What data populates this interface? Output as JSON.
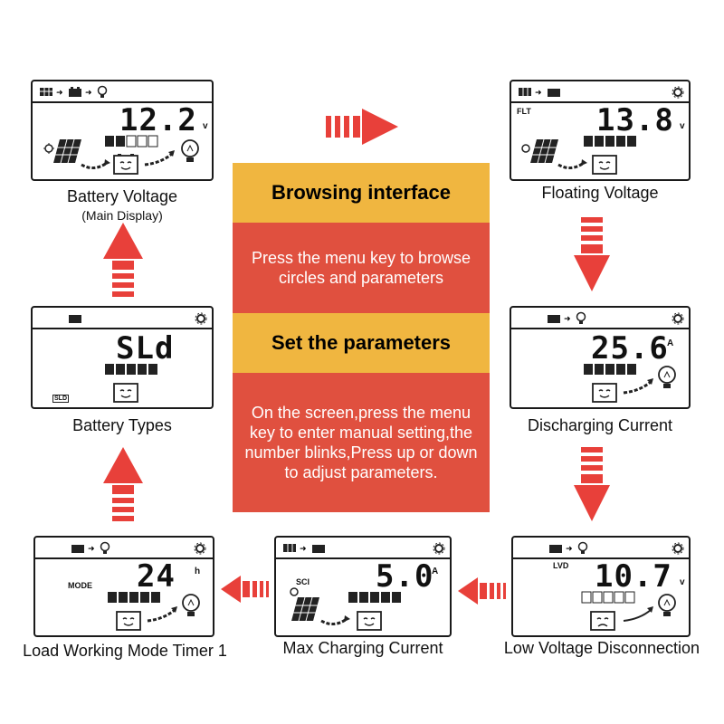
{
  "panel": {
    "browse_title": "Browsing interface",
    "browse_text": "Press the menu key to browse circles and parameters",
    "set_title": "Set the parameters",
    "set_text": "On the screen,press the menu key to enter manual setting,the number blinks,Press up or down to adjust parameters."
  },
  "screens": {
    "battery_voltage": {
      "value": "12.2",
      "unit": "v",
      "caption": "Battery Voltage",
      "subcaption": "(Main Display)"
    },
    "floating_voltage": {
      "value": "13.8",
      "unit": "v",
      "tag": "FLT",
      "caption": "Floating Voltage"
    },
    "battery_types": {
      "value": "SLd",
      "tag": "SLD",
      "caption": "Battery Types"
    },
    "discharging_current": {
      "value": "25.6",
      "unit": "A",
      "caption": "Discharging Current"
    },
    "load_timer": {
      "value": "24",
      "unit": "h",
      "tag": "MODE",
      "caption": "Load Working Mode Timer 1"
    },
    "max_charging": {
      "value": "5.0",
      "unit": "A",
      "tag": "SCI",
      "caption": "Max Charging Current"
    },
    "low_voltage": {
      "value": "10.7",
      "unit": "v",
      "tag": "LVD",
      "caption": "Low Voltage Disconnection"
    }
  },
  "colors": {
    "arrow": "#e8403a",
    "title_band": "#f0b640",
    "body_band": "#e0503f"
  },
  "icons": [
    "solar-panel-icon",
    "battery-icon",
    "bulb-icon",
    "sun-icon",
    "gear-icon",
    "flow-arrow-icon"
  ]
}
